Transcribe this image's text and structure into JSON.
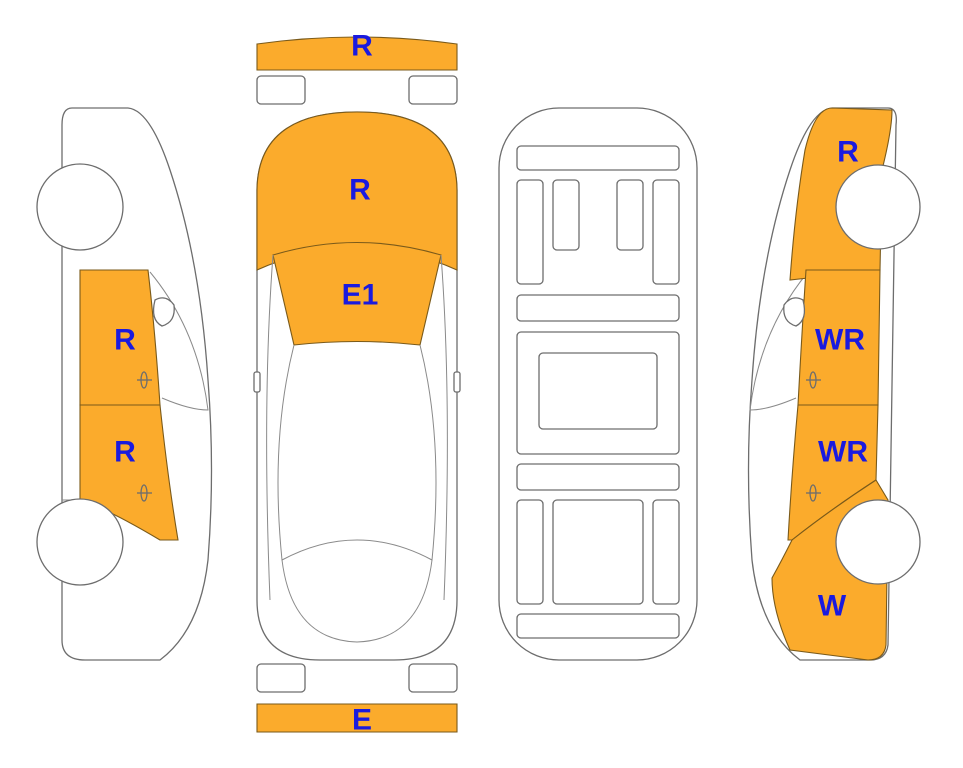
{
  "colors": {
    "damage_fill": "#fbab2c",
    "label_text": "#1a1adf",
    "outline": "#6d6d6d"
  },
  "labels": {
    "front_bumper": "R",
    "hood": "R",
    "windshield": "E1",
    "rear_bumper": "E",
    "left_front_door": "R",
    "left_rear_door": "R",
    "right_front_fender": "R",
    "right_front_door": "WR",
    "right_rear_door": "WR",
    "right_rear_quarter": "W"
  }
}
